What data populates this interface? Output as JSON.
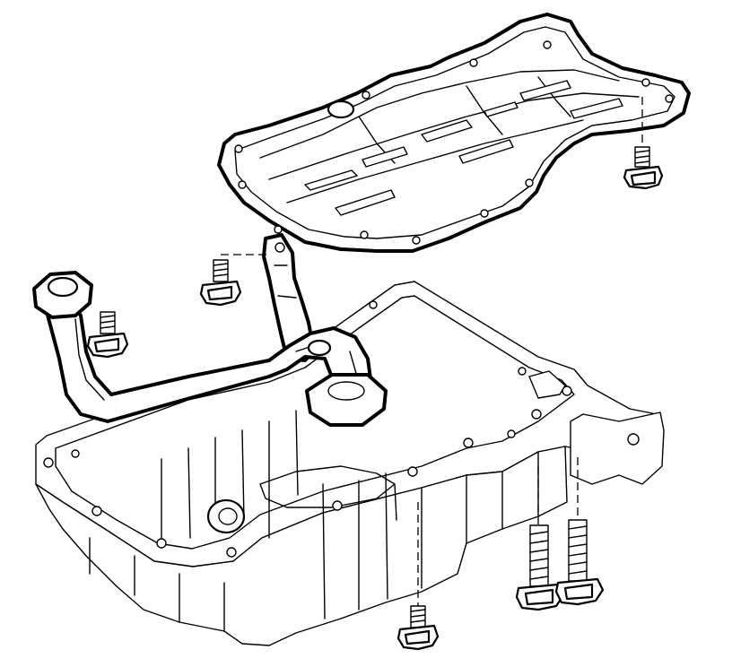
{
  "diagram": {
    "parts": [
      "oil-pan-baffle-plate",
      "baffle-bolt",
      "oil-pick-up-tube",
      "pick-up-tube-bracket",
      "bracket-bolt",
      "pick-up-tube-bolt",
      "oil-pan",
      "oil-pan-long-bolts",
      "oil-pan-short-bolt"
    ],
    "colors": {
      "line": "#000000",
      "background": "#ffffff"
    },
    "icons": [
      "bolt-icon",
      "flange-bolt-icon",
      "long-bolt-icon"
    ]
  }
}
